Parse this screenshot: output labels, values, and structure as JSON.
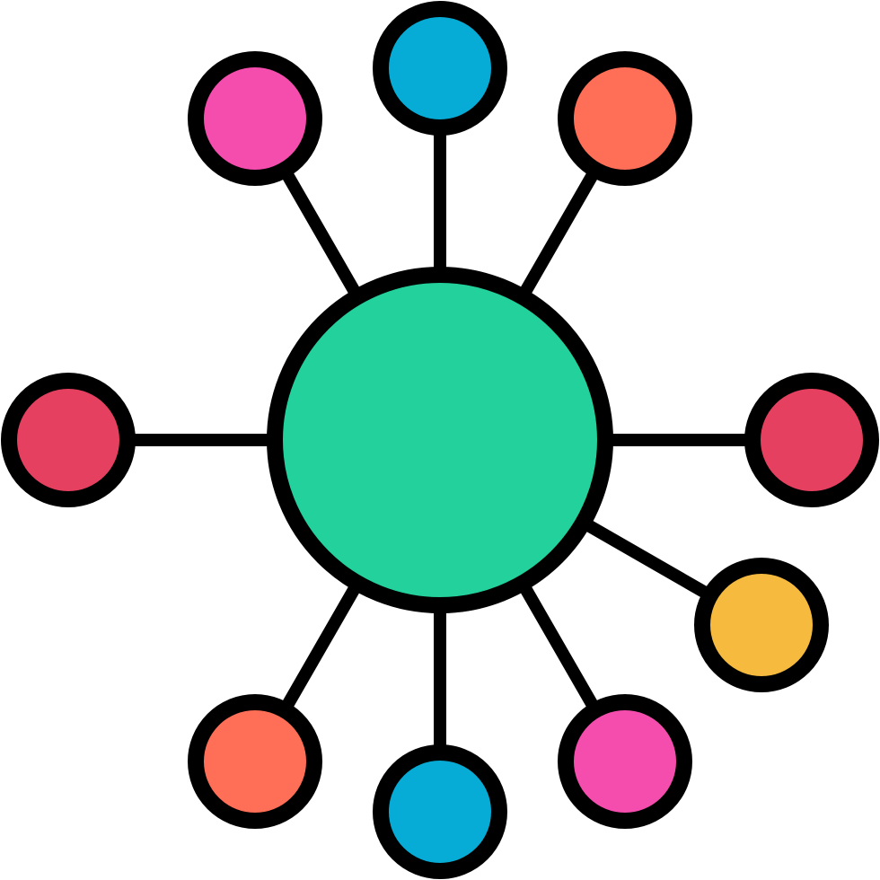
{
  "icon": {
    "name": "network-hub-icon",
    "stroke_color": "#000000",
    "background_color": "#ffffff",
    "hub": {
      "name": "hub-node",
      "color": "#22d19b"
    },
    "nodes": [
      {
        "name": "satellite-node-top",
        "color": "#06acd6"
      },
      {
        "name": "satellite-node-top-right",
        "color": "#ff6f57"
      },
      {
        "name": "satellite-node-right",
        "color": "#e5405f"
      },
      {
        "name": "satellite-node-lower-right",
        "color": "#f6bb3e"
      },
      {
        "name": "satellite-node-bottom-right",
        "color": "#f54dae"
      },
      {
        "name": "satellite-node-bottom",
        "color": "#06acd6"
      },
      {
        "name": "satellite-node-bottom-left",
        "color": "#ff6f57"
      },
      {
        "name": "satellite-node-left",
        "color": "#e5405f"
      },
      {
        "name": "satellite-node-top-left",
        "color": "#f54dae"
      }
    ]
  }
}
